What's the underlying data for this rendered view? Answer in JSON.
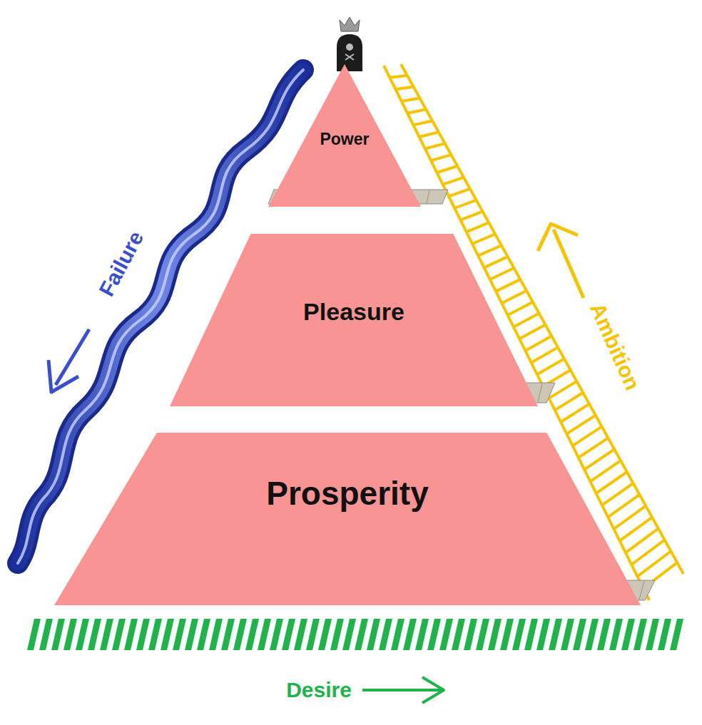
{
  "diagram": {
    "nodes": [
      {
        "text": [
          "Power"
        ]
      },
      {
        "text": [
          "Pleasure"
        ]
      },
      {
        "text": [
          "Prosperity"
        ]
      }
    ],
    "labels": [
      "Failure",
      "Ambition",
      "Desire"
    ]
  }
}
